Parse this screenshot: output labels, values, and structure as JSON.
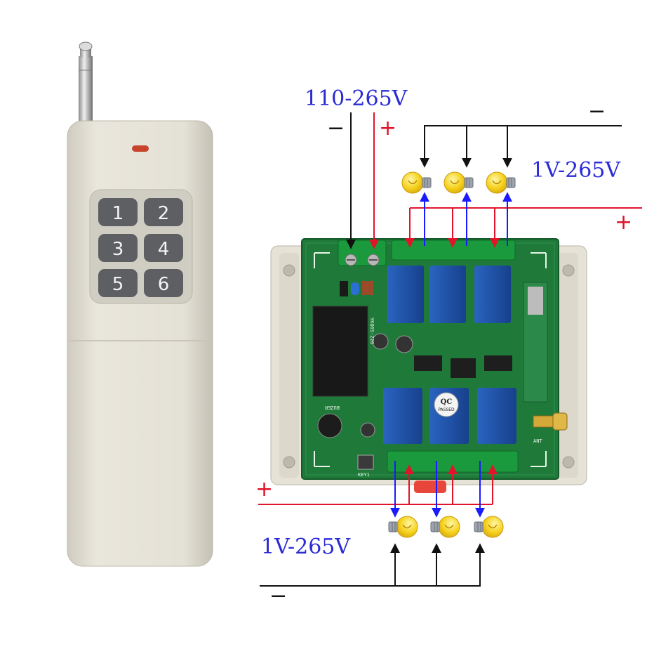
{
  "remote": {
    "keys": [
      "1",
      "2",
      "3",
      "4",
      "5",
      "6"
    ]
  },
  "labels": {
    "supply_voltage": "110-265V",
    "supply_minus": "−",
    "supply_plus": "+",
    "top_load_voltage": "1V-265V",
    "top_load_minus": "−",
    "top_load_plus": "+",
    "bottom_load_voltage": "1V-265V",
    "bottom_load_minus": "−",
    "bottom_load_plus": "+"
  },
  "board": {
    "qc_sticker_line1": "QC",
    "qc_sticker_line2": "PASSED",
    "ant_label": "ANT",
    "key1_label": "KEY1",
    "buzzer_label": "BUZER",
    "part_label": "YKQ6S-220"
  },
  "colors": {
    "wire_black": "#111111",
    "wire_red": "#e2132b",
    "wire_blue": "#1a1aff",
    "label_blue": "#2b2bd6",
    "label_red": "#e2132b",
    "pcb_green": "#1f7a3a",
    "relay_blue": "#1d4fa6",
    "enclosure": "#e6e2d6",
    "bulb_yellow": "#f5d21c"
  }
}
